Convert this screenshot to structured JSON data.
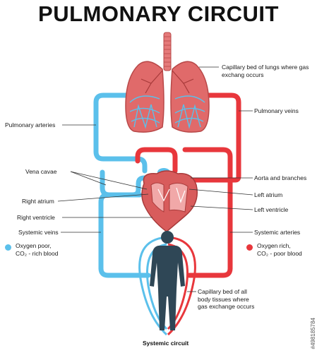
{
  "title": "PULMONARY CIRCUIT",
  "labels": {
    "capillary_lungs": "Capillary bed of lungs where gas exchang occurs",
    "pulmonary_veins": "Pulmonary veins",
    "pulmonary_arteries": "Pulmonary arteries",
    "vena_cavae": "Vena cavae",
    "aorta": "Aorta and branches",
    "right_atrium": "Right atrium",
    "left_atrium": "Left atrium",
    "right_ventricle": "Right ventricle",
    "left_ventricle": "Left ventricle",
    "systemic_veins": "Systemic veins",
    "systemic_arteries": "Systemic arteries",
    "capillary_body": "Capillary bed of all body tissues where gas exchange occurs",
    "systemic_circuit": "Systemic circuit"
  },
  "legend": {
    "oxygen_poor_line1": "Oxygen poor,",
    "oxygen_poor_line2": "CO₂ - rich blood",
    "oxygen_rich_line1": "Oxygen rich,",
    "oxygen_rich_line2": "CO₂ - poor blood"
  },
  "watermark": "#498185784",
  "colors": {
    "oxygen_poor": "#5bc0eb",
    "oxygen_rich": "#e8373c",
    "lung": "#e06a6a",
    "body": "#2f4756"
  }
}
